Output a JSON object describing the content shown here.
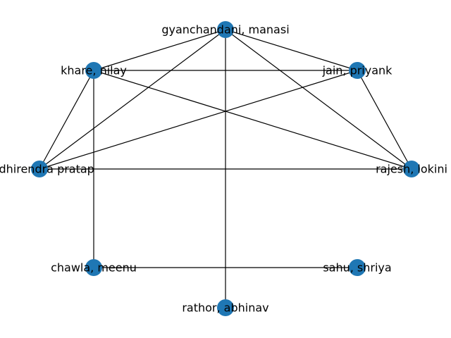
{
  "graph": {
    "node_color": "#1f77b4",
    "edge_color": "#000000",
    "nodes": [
      {
        "id": "gyanchandani",
        "label": "gyanchandani, manasi"
      },
      {
        "id": "khare",
        "label": "khare, nilay"
      },
      {
        "id": "jain",
        "label": "jain, priyank"
      },
      {
        "id": "dhirendra",
        "label": "h, dhirendra pratap"
      },
      {
        "id": "rajesh",
        "label": "rajesh, lokini"
      },
      {
        "id": "chawla",
        "label": "chawla, meenu"
      },
      {
        "id": "sahu",
        "label": "sahu, shriya"
      },
      {
        "id": "rathor",
        "label": "rathor, abhinav"
      }
    ],
    "edges": [
      [
        "gyanchandani",
        "khare"
      ],
      [
        "gyanchandani",
        "jain"
      ],
      [
        "gyanchandani",
        "dhirendra"
      ],
      [
        "gyanchandani",
        "rajesh"
      ],
      [
        "gyanchandani",
        "rathor"
      ],
      [
        "khare",
        "jain"
      ],
      [
        "khare",
        "dhirendra"
      ],
      [
        "khare",
        "rajesh"
      ],
      [
        "khare",
        "chawla"
      ],
      [
        "jain",
        "dhirendra"
      ],
      [
        "jain",
        "rajesh"
      ],
      [
        "dhirendra",
        "rajesh"
      ],
      [
        "chawla",
        "sahu"
      ]
    ]
  }
}
